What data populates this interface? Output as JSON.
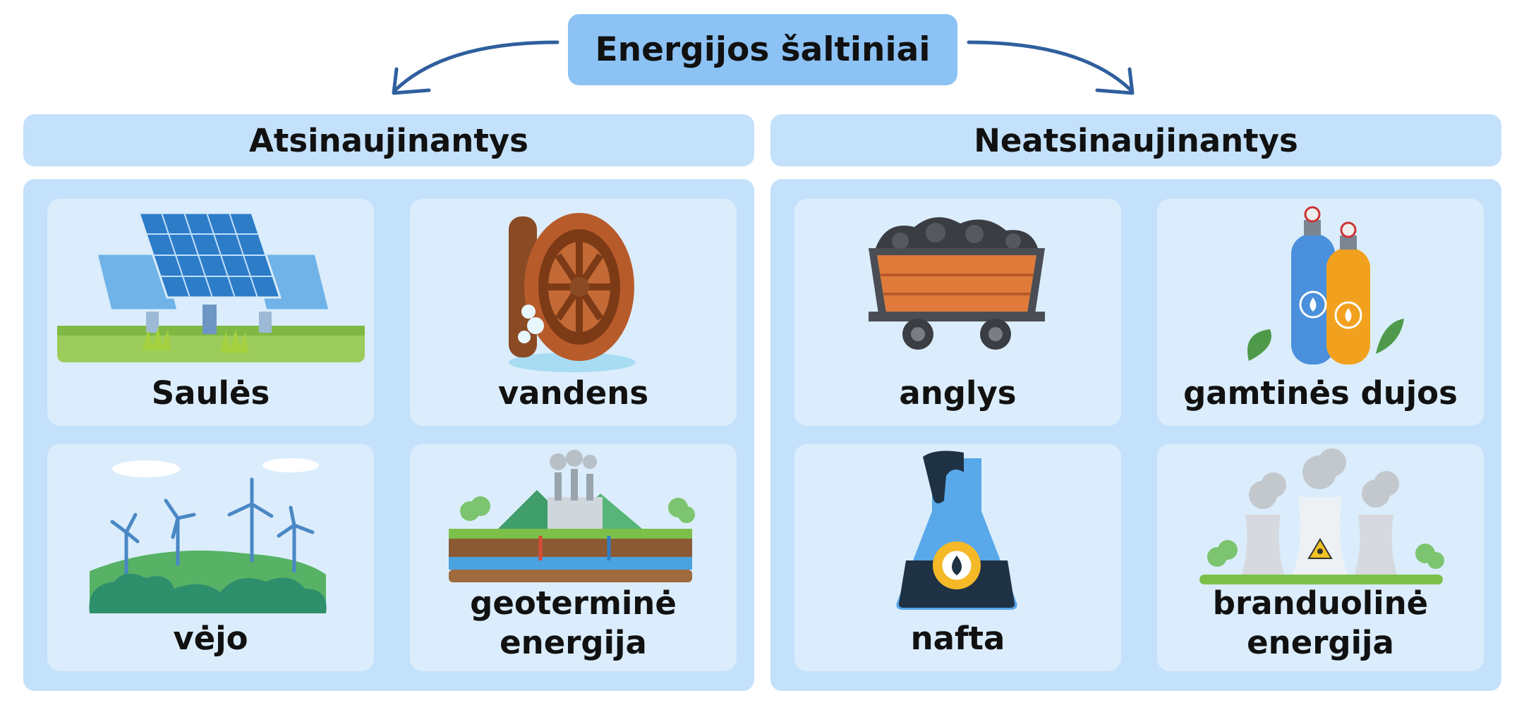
{
  "title": "Energijos šaltiniai",
  "renewable": {
    "header": "Atsinaujinantys",
    "items": [
      {
        "label": "Saulės",
        "icon": "solar-panel-icon"
      },
      {
        "label": "vandens",
        "icon": "water-wheel-icon"
      },
      {
        "label": "vėjo",
        "icon": "wind-turbine-icon"
      },
      {
        "label_line1": "geoterminė",
        "label_line2": "energija",
        "icon": "geothermal-plant-icon"
      }
    ]
  },
  "nonrenewable": {
    "header": "Neatsinaujinantys",
    "items": [
      {
        "label": "anglys",
        "icon": "coal-cart-icon"
      },
      {
        "label": "gamtinės dujos",
        "icon": "gas-cylinders-icon"
      },
      {
        "label": "nafta",
        "icon": "oil-flask-icon"
      },
      {
        "label_line1": "branduolinė",
        "label_line2": "energija",
        "icon": "nuclear-plant-icon"
      }
    ]
  },
  "colors": {
    "title_bg": "#8cc2f4",
    "panel_bg": "#c4e1fb",
    "card_bg": "#dbedfc",
    "arrow": "#2f5f9c"
  }
}
